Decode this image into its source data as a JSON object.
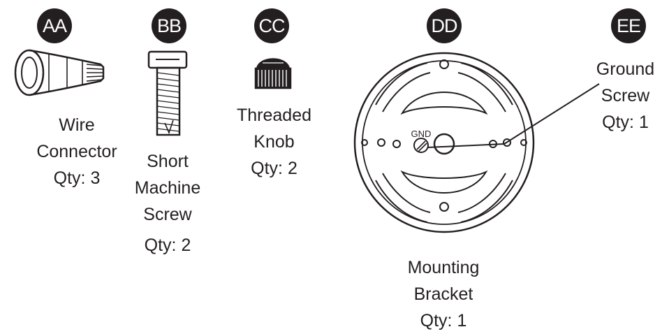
{
  "parts": [
    {
      "id": "AA",
      "lines": [
        "Wire",
        "Connector",
        "Qty: 3"
      ],
      "icon": "wire-connector-icon"
    },
    {
      "id": "BB",
      "lines": [
        "Short",
        "Machine",
        "Screw"
      ],
      "qty": "Qty: 2",
      "icon": "machine-screw-icon"
    },
    {
      "id": "CC",
      "lines": [
        "Threaded",
        "Knob",
        "Qty: 2"
      ],
      "icon": "threaded-knob-icon"
    },
    {
      "id": "DD",
      "lines": [
        "Mounting",
        "Bracket",
        "Qty: 1"
      ],
      "icon": "mounting-bracket-icon",
      "gnd_label": "GND"
    },
    {
      "id": "EE",
      "lines": [
        "Ground",
        "Screw",
        "Qty: 1"
      ],
      "icon": "ground-screw-icon"
    }
  ],
  "colors": {
    "ink": "#231f20",
    "badge_text": "#ffffff",
    "background": "#ffffff"
  }
}
